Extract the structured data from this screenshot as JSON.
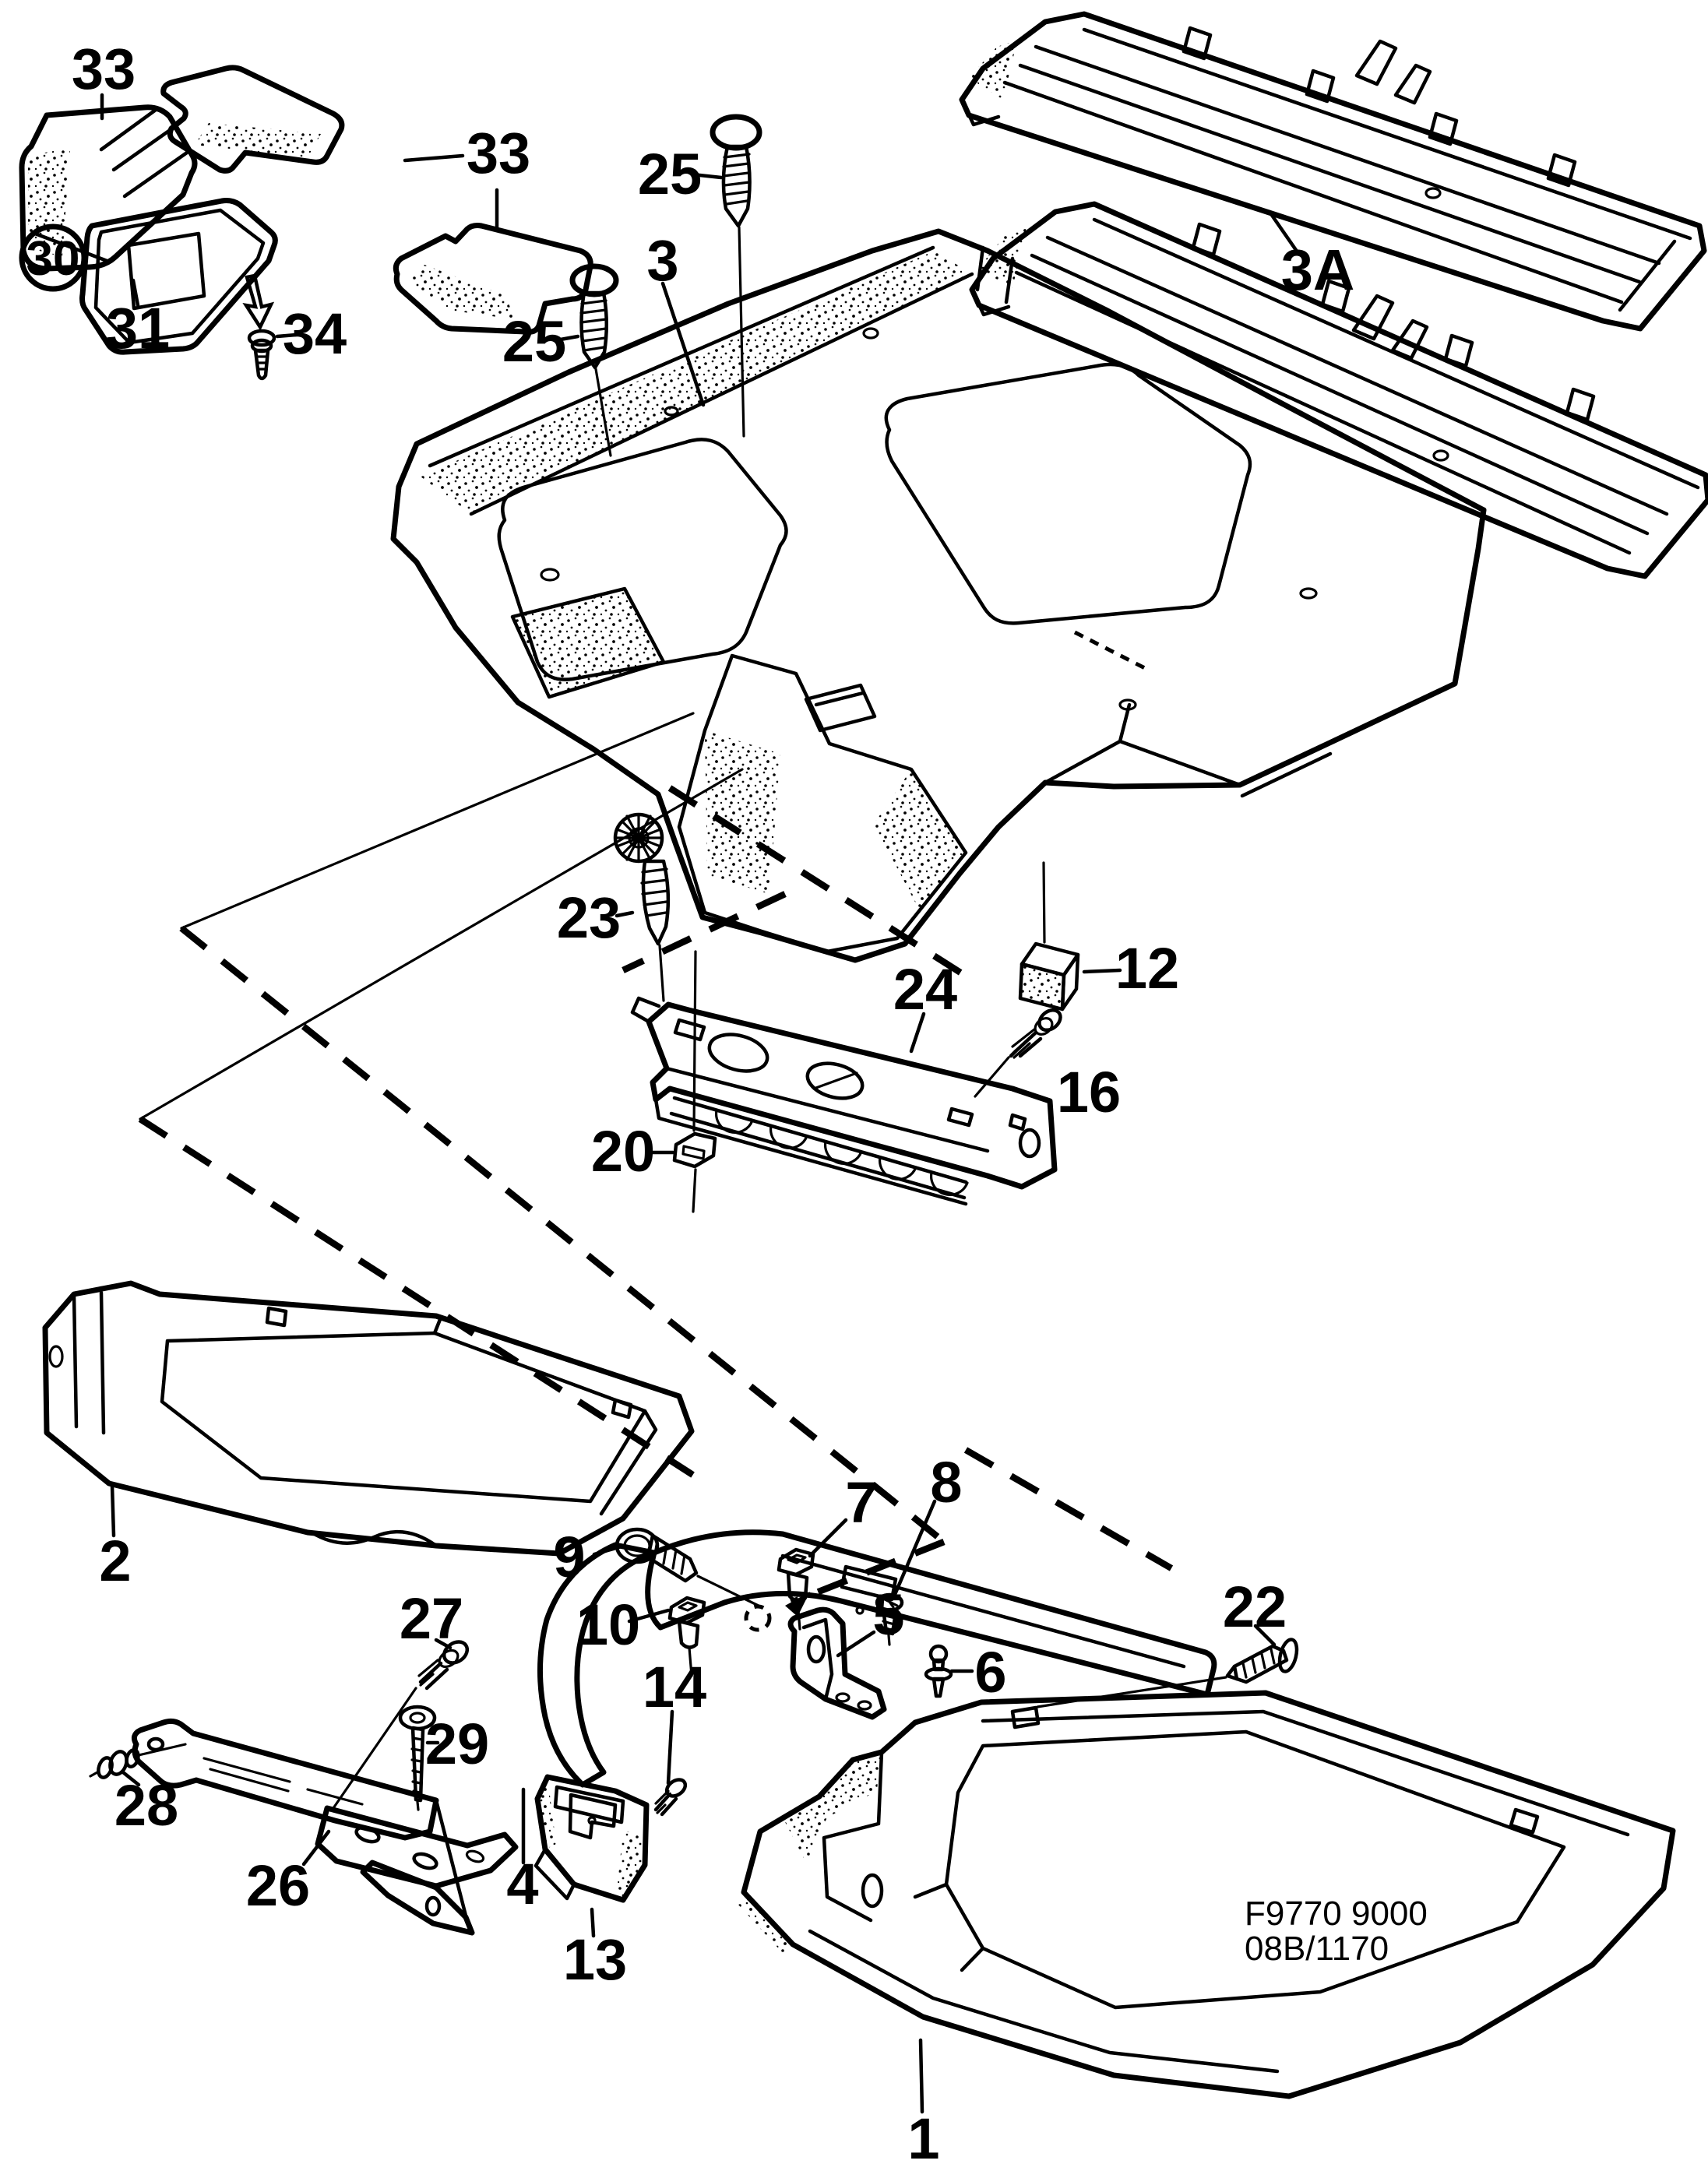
{
  "document": {
    "kind": "exploded-parts-diagram",
    "subject": "interior floor carpet, mats and trim parts",
    "footer_code_1": "F9770 9000",
    "footer_code_2": "08B/1170"
  },
  "colors": {
    "ink": "#000000",
    "paper": "#ffffff"
  },
  "callouts": {
    "c33a": "33",
    "c33b": "33",
    "c30": "30",
    "c31": "31",
    "c34": "34",
    "c25a": "25",
    "c25b": "25",
    "c3": "3",
    "c3A": "3A",
    "c23": "23",
    "c24": "24",
    "c12": "12",
    "c16": "16",
    "c20": "20",
    "c2": "2",
    "c27": "27",
    "c9": "9",
    "c10": "10",
    "c7": "7",
    "c8": "8",
    "c5": "5",
    "c6": "6",
    "c29": "29",
    "c28": "28",
    "c26": "26",
    "c14": "14",
    "c13": "13",
    "c22": "22",
    "c1": "1",
    "c4": "4"
  },
  "footer": {
    "line1": "F9770 9000",
    "line2": "08B/1170"
  }
}
